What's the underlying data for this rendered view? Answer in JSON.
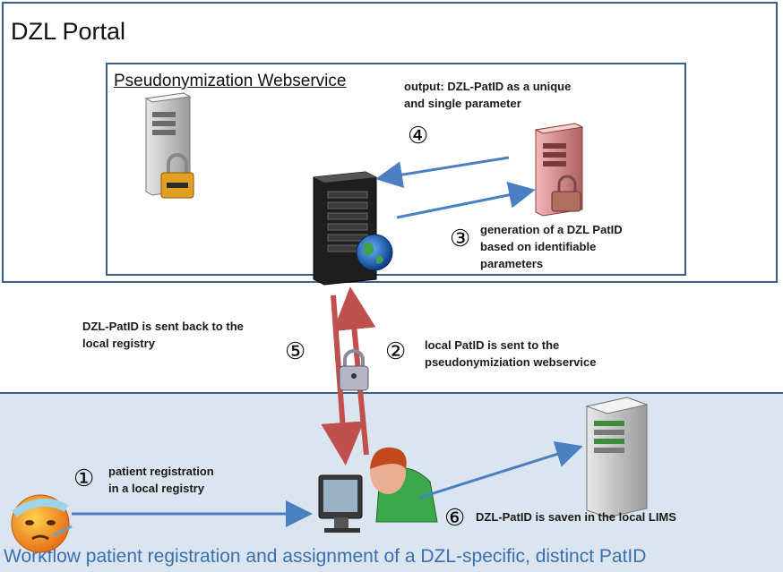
{
  "portal": {
    "title": "DZL Portal"
  },
  "webservice": {
    "title": "Pseudonymization Webservice"
  },
  "workflow": {
    "title": "Workflow patient registration and assignment of a DZL-specific, distinct PatID"
  },
  "steps": [
    {
      "number": "①",
      "lines": [
        "patient registration",
        "in a local registry"
      ]
    },
    {
      "number": "②",
      "lines": [
        "local PatID is sent to the",
        "pseudonymiziation webservice"
      ]
    },
    {
      "number": "③",
      "lines": [
        "generation of a DZL PatID",
        "based on identifiable",
        "parameters"
      ]
    },
    {
      "number": "④",
      "lines": [
        "output: DZL-PatID  as a unique",
        "and single parameter"
      ]
    },
    {
      "number": "⑤",
      "lines": [
        "DZL-PatID  is sent back to the",
        "local registry"
      ]
    },
    {
      "number": "⑥",
      "lines": [
        "DZL-PatID is saven in the local LIMS"
      ]
    }
  ],
  "colors": {
    "border": "#3a5f8a",
    "arrow_blue": "#4a7fc1",
    "arrow_red": "#c0504d",
    "local_bg": "#dbe5f0",
    "workflow_text": "#3a6fb0"
  },
  "icons": [
    "server-lock-icon",
    "red-server-lock-icon",
    "web-server-globe-icon",
    "padlock-icon",
    "lims-server-icon",
    "user-computer-icon",
    "sick-patient-icon"
  ]
}
